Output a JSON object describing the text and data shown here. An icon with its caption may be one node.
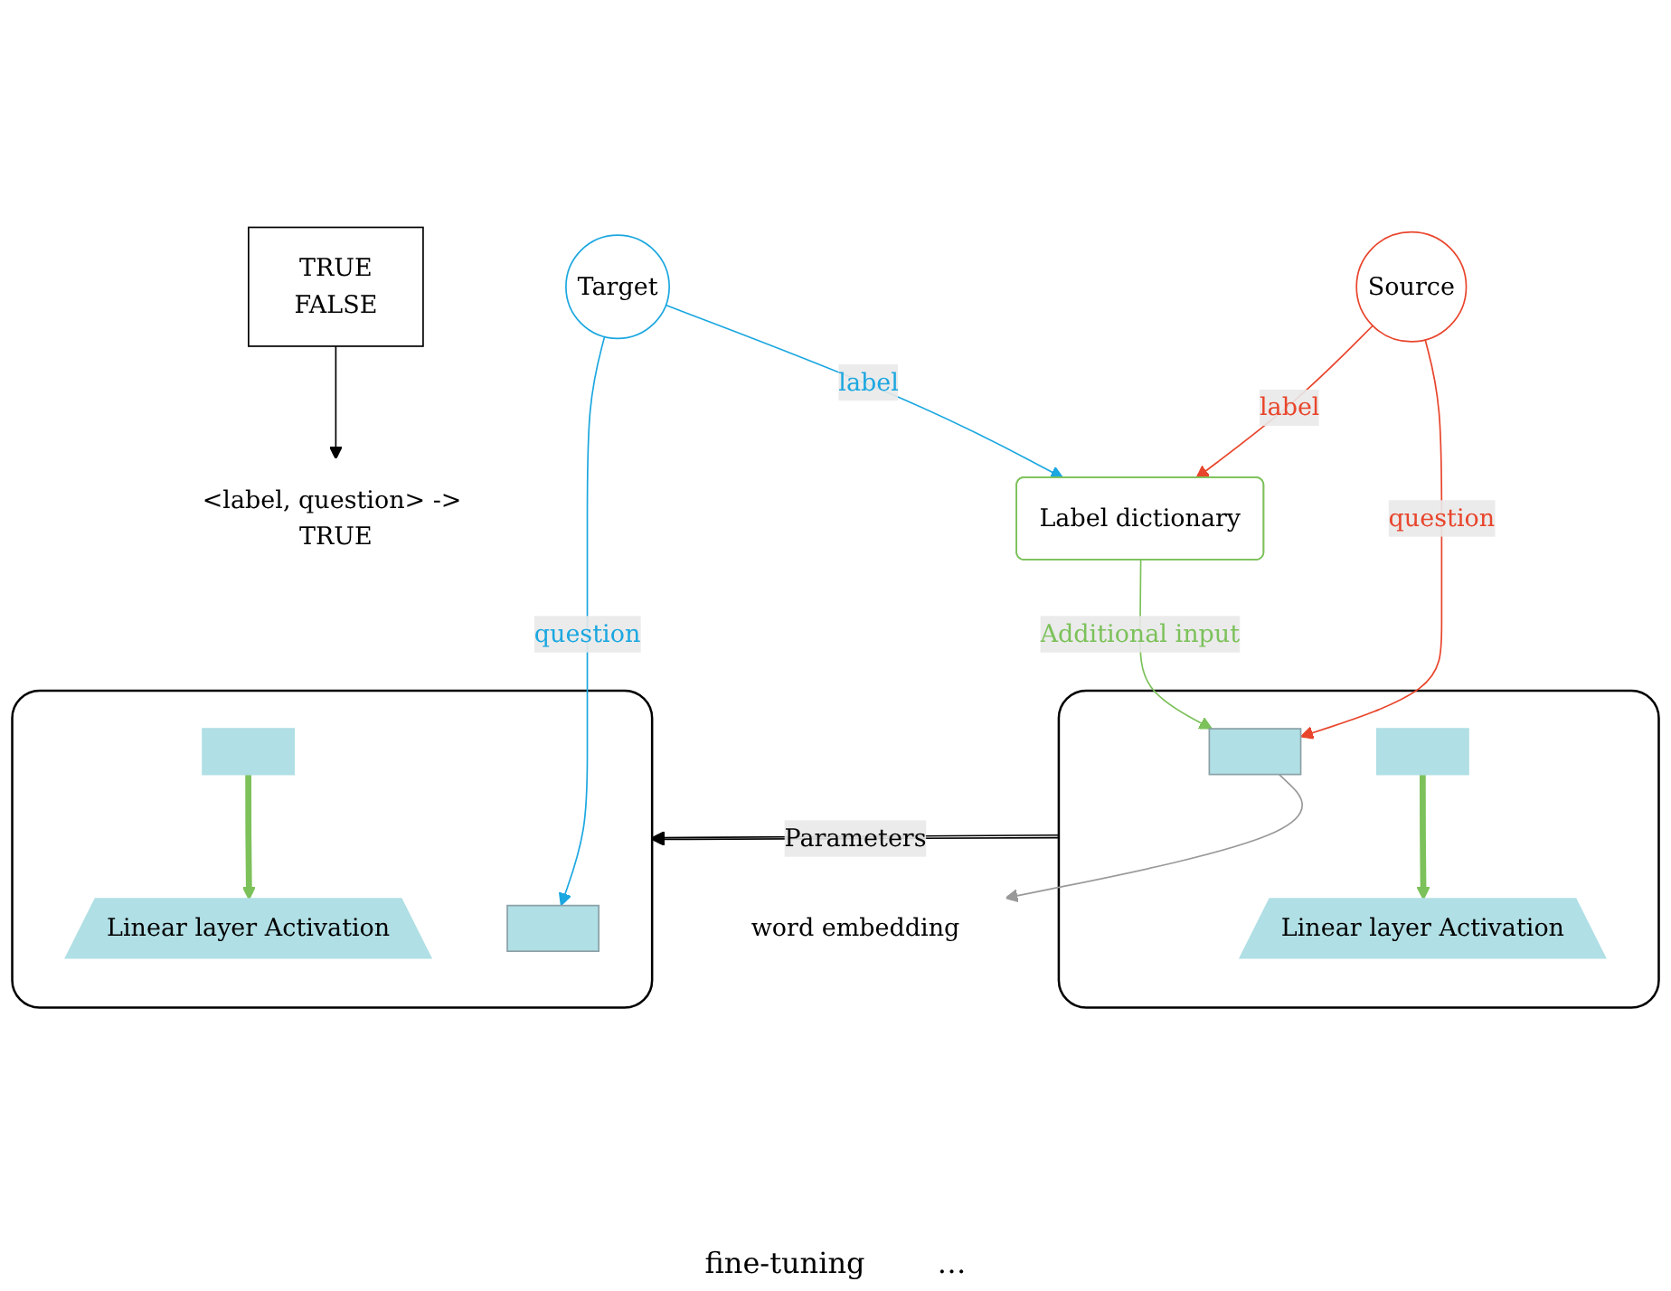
{
  "diagram": {
    "nodes": [
      {
        "text": [
          "Source"
        ]
      },
      {
        "text": [
          "Label dictionary"
        ]
      },
      {
        "text": [
          "Target"
        ]
      },
      {
        "text": [],
        "shape": "box"
      },
      {
        "text": [],
        "shape": "box",
        "in": 3
      },
      {
        "text": [],
        "shape": "box",
        "in": 3
      },
      {
        "text": [
          "Linear layer Activation"
        ],
        "in": 3
      },
      {
        "text": [
          "word embedding"
        ]
      },
      {
        "text": [],
        "shape": "box"
      },
      {
        "text": [],
        "shape": "box",
        "in": 8
      },
      {
        "text": [],
        "shape": "box",
        "in": 8
      },
      {
        "text": [
          "Linear layer Activation"
        ],
        "in": 8
      },
      {
        "text": [
          "TRUE",
          "FALSE"
        ]
      },
      {
        "text": [
          "<label, question> -> TRUE"
        ]
      }
    ],
    "edges": [
      {
        "from": 0,
        "to": 4,
        "arrow": "to",
        "label": "question",
        "color": "#e8452c"
      },
      {
        "from": 0,
        "to": 1,
        "arrow": "to",
        "label": "label",
        "color": "#e8452c"
      },
      {
        "from": 1,
        "to": 4,
        "arrow": "to",
        "label": "Additional input",
        "color": "#7cc15a"
      },
      {
        "from": 2,
        "to": 1,
        "arrow": "to",
        "label": "label",
        "color": "#1ba7e0"
      },
      {
        "from": 2,
        "to": 9,
        "arrow": "to",
        "label": "question",
        "color": "#1ba7e0"
      },
      {
        "from": 4,
        "to": 7,
        "arrow": "to",
        "color": "#999999"
      },
      {
        "from": 5,
        "to": 6,
        "arrow": "to",
        "style": "thick",
        "color": "#7cc15a"
      },
      {
        "from": 3,
        "to": 8,
        "arrow": "to",
        "color": "#000000"
      },
      {
        "from": 3,
        "to": 8,
        "arrow": "to",
        "label": "Parameters",
        "color": "#000000"
      },
      {
        "from": 10,
        "to": 11,
        "arrow": "to",
        "style": "thick",
        "color": "#7cc15a"
      },
      {
        "from": 12,
        "to": 13,
        "arrow": "to",
        "color": "#000000"
      }
    ],
    "labels": [
      "fine-tuning",
      "…"
    ]
  }
}
